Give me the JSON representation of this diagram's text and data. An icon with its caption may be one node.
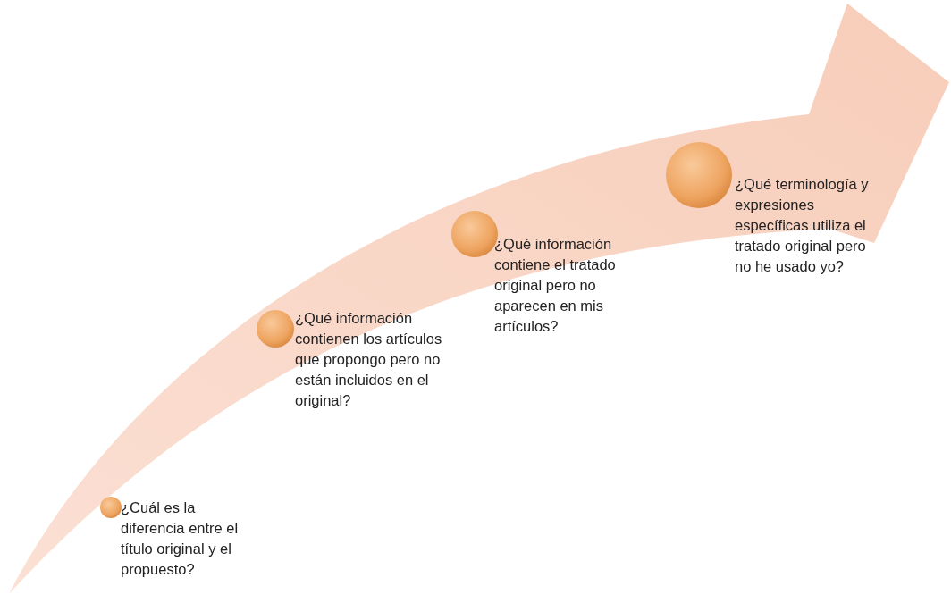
{
  "diagram": {
    "nodes": [
      {
        "text": [],
        "shape": "circle",
        "beside": [
          "¿Cuál es la diferencia entre el título original y el propuesto?"
        ]
      },
      {
        "text": [],
        "shape": "circle",
        "beside": [
          "¿Qué información contienen los artículos que propongo pero no están incluidos en el original?"
        ]
      },
      {
        "text": [],
        "shape": "circle",
        "beside": [
          "¿Qué información contiene el tratado original pero no aparecen en mis artículos?"
        ]
      },
      {
        "text": [],
        "shape": "circle",
        "beside": [
          "¿Qué terminología y expresiones específicas utiliza el tratado original pero no he usado yo?"
        ]
      }
    ]
  }
}
